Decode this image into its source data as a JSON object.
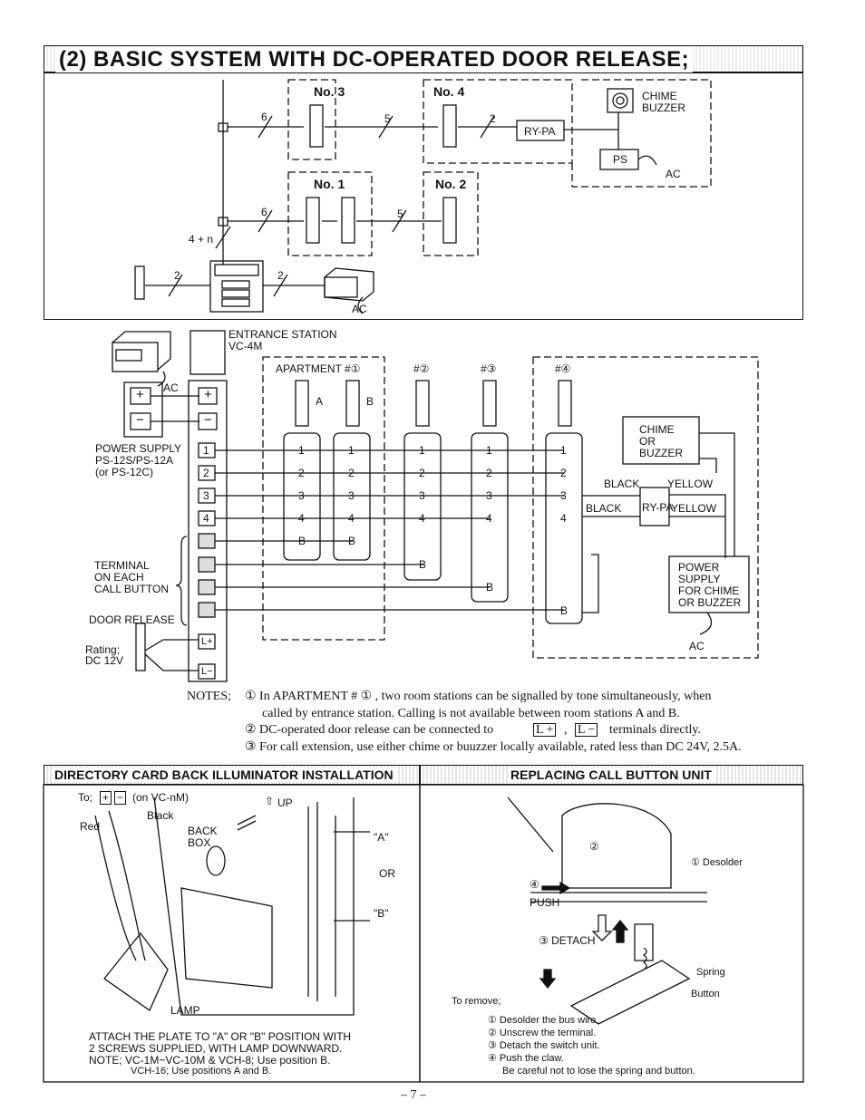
{
  "page_title": "(2) BASIC SYSTEM WITH DC-OPERATED DOOR RELEASE;",
  "top_diagram": {
    "stations": [
      "No. 3",
      "No. 4",
      "No. 1",
      "No. 2"
    ],
    "wire_counts": [
      "6",
      "5",
      "2",
      "6",
      "5",
      "2",
      "2"
    ],
    "wire_4n": "4 + n",
    "chime_label": "CHIME\nBUZZER",
    "ry_pa": "RY-PA",
    "ps": "PS",
    "ac": "AC",
    "ac_bottom": "AC"
  },
  "wiring": {
    "entrance_label": "ENTRANCE STATION",
    "entrance_model": "VC-4M",
    "ac_left": "AC",
    "power_supply": "POWER SUPPLY",
    "power_models": "PS-12S/PS-12A",
    "power_alt": "(or PS-12C)",
    "plus": "+",
    "minus": "−",
    "terminals": [
      "1",
      "2",
      "3",
      "4"
    ],
    "apartments": [
      "APARTMENT #①",
      "#②",
      "#③",
      "#④"
    ],
    "station_a": "A",
    "station_b": "B",
    "terminal_b": "B",
    "terminal_on_each": "TERMINAL",
    "terminal_on_each_2": "ON EACH",
    "terminal_on_each_3": "CALL BUTTON",
    "door_release": "DOOR RELEASE",
    "rating": "Rating;",
    "rating_value": "DC 12V",
    "l_plus": "L+",
    "l_minus": "L−",
    "chime_or": "CHIME",
    "chime_or_2": "OR",
    "chime_or_3": "BUZZER",
    "black1": "BLACK",
    "yellow1": "YELLOW",
    "black2": "BLACK",
    "ry_pa": "RY-PA",
    "yellow2": "YELLOW",
    "psu_chime": "POWER",
    "psu_chime_2": "SUPPLY",
    "psu_chime_3": "FOR CHIME",
    "psu_chime_4": "OR BUZZER",
    "ac_right": "AC"
  },
  "notes": {
    "lead": "NOTES;",
    "n1a": "① In APARTMENT # ① , two room stations can be signalled by tone simultaneously, when",
    "n1b": "called by entrance station. Calling is not available between room stations A and B.",
    "n2": "② DC-operated door release can be connected to",
    "n2_t1": "L +",
    "n2_sep": ",",
    "n2_t2": "L −",
    "n2_end": "terminals directly.",
    "n3": "③ For call extension, use either chime or buuzzer locally available, rated less than DC 24V, 2.5A."
  },
  "directory": {
    "heading": "DIRECTORY CARD BACK ILLUMINATOR INSTALLATION",
    "to": "To;",
    "to_plus": "+",
    "to_minus": "−",
    "to_model": "(on VC-nM)",
    "black": "Black",
    "red": "Red",
    "up": "UP",
    "back_box": "BACK",
    "back_box_2": "BOX",
    "pos_a": "\"A\"",
    "or": "OR",
    "pos_b": "\"B\"",
    "lamp": "LAMP",
    "cap1": "ATTACH THE PLATE TO \"A\" OR \"B\" POSITION WITH",
    "cap2": "2 SCREWS SUPPLIED, WITH LAMP DOWNWARD.",
    "cap3": "NOTE;  VC-1M~VC-10M & VCH-8; Use position B.",
    "cap4": "VCH-16; Use positions A and B."
  },
  "replacing": {
    "heading": "REPLACING CALL BUTTON UNIT",
    "s2": "②",
    "s1": "① Desolder",
    "s4": "④",
    "push": "PUSH",
    "detach": "③ DETACH",
    "spring": "Spring",
    "button": "Button",
    "to_remove": "To remove;",
    "steps": [
      "① Desolder the bus wire.",
      "② Unscrew the terminal.",
      "③ Detach the switch unit.",
      "④ Push the claw.",
      "Be careful not to lose the spring and button."
    ]
  },
  "page_number": "– 7 –"
}
